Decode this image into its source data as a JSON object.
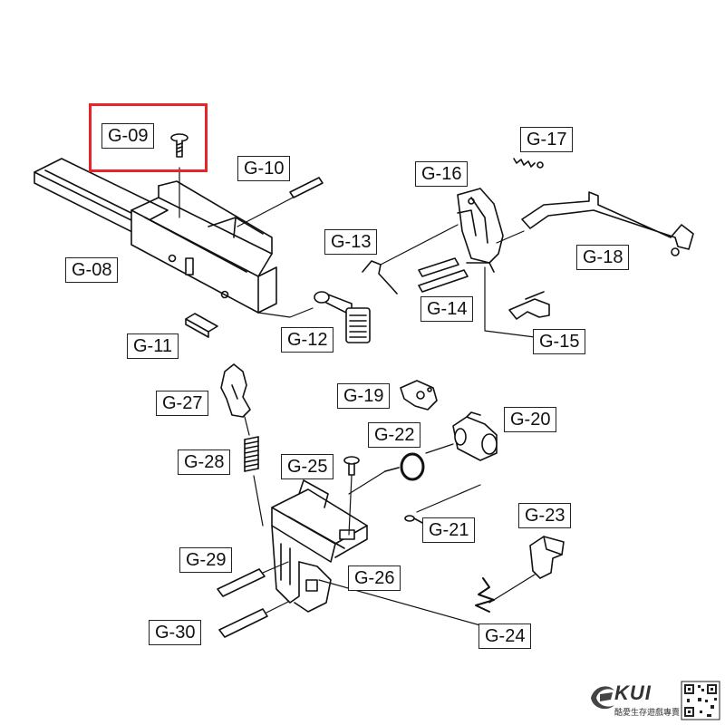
{
  "diagram": {
    "highlighted_part": "G-09",
    "highlight_color": "#e8232a",
    "labels": {
      "g08": "G-08",
      "g09": "G-09",
      "g10": "G-10",
      "g11": "G-11",
      "g12": "G-12",
      "g13": "G-13",
      "g14": "G-14",
      "g15": "G-15",
      "g16": "G-16",
      "g17": "G-17",
      "g18": "G-18",
      "g19": "G-19",
      "g20": "G-20",
      "g21": "G-21",
      "g22": "G-22",
      "g23": "G-23",
      "g24": "G-24",
      "g25": "G-25",
      "g26": "G-26",
      "g27": "G-27",
      "g28": "G-28",
      "g29": "G-29",
      "g30": "G-30"
    }
  },
  "watermark": {
    "brand": "KUI",
    "tagline": "酷愛生存遊戲專賣",
    "logo_icon": "ki-swirl-logo-icon",
    "qr_icon": "qr-code-icon"
  }
}
